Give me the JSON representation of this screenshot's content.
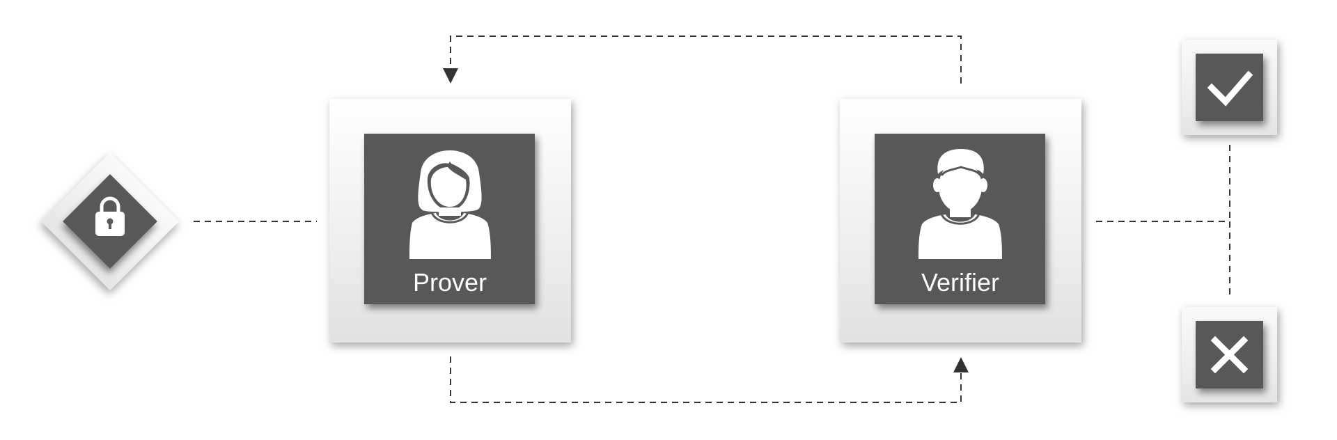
{
  "diagram": {
    "nodes": {
      "lock": {
        "icon": "lock-icon"
      },
      "prover": {
        "label": "Prover",
        "icon": "woman-avatar-icon"
      },
      "verifier": {
        "label": "Verifier",
        "icon": "man-avatar-icon"
      },
      "accept": {
        "icon": "checkmark-icon"
      },
      "reject": {
        "icon": "cross-icon"
      }
    },
    "edges": [
      {
        "from": "lock",
        "to": "prover",
        "style": "dashed"
      },
      {
        "from": "verifier",
        "to": "prover",
        "style": "dashed",
        "arrow": "to"
      },
      {
        "from": "prover",
        "to": "verifier",
        "style": "dashed",
        "arrow": "to"
      },
      {
        "from": "verifier",
        "to": "accept",
        "style": "dashed"
      },
      {
        "from": "verifier",
        "to": "reject",
        "style": "dashed"
      }
    ],
    "colors": {
      "tile": "#58585a",
      "frame_top": "#ffffff",
      "frame_bottom": "#e4e4e4",
      "line": "#333333",
      "icon": "#ffffff"
    }
  }
}
